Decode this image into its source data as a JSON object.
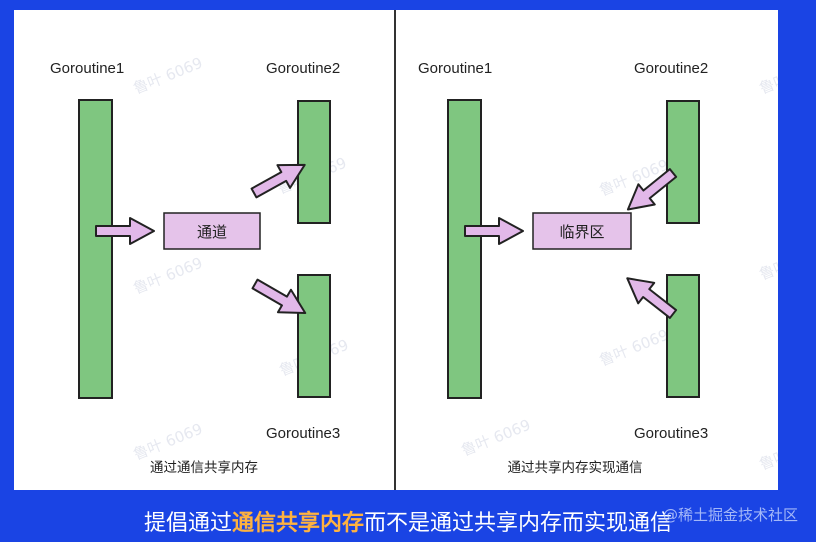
{
  "colors": {
    "background": "#1a44e4",
    "panel": "#ffffff",
    "goroutine_fill": "#7fc680",
    "box_fill": "#e5c3ea",
    "arrow_fill": "#e2b8e9",
    "stroke": "#222222",
    "caption_highlight": "#ffb23f"
  },
  "left_panel": {
    "goroutine1": "Goroutine1",
    "goroutine2": "Goroutine2",
    "goroutine3": "Goroutine3",
    "box_label": "通道",
    "caption": "通过通信共享内存"
  },
  "right_panel": {
    "goroutine1": "Goroutine1",
    "goroutine2": "Goroutine2",
    "goroutine3": "Goroutine3",
    "box_label": "临界区",
    "caption": "通过共享内存实现通信"
  },
  "watermark": "鲁叶 6069",
  "caption": {
    "prefix": "提倡通过",
    "highlight": "通信共享内存",
    "suffix": "而不是通过共享内存而实现通信"
  },
  "site_mark": "@稀土掘金技术社区"
}
